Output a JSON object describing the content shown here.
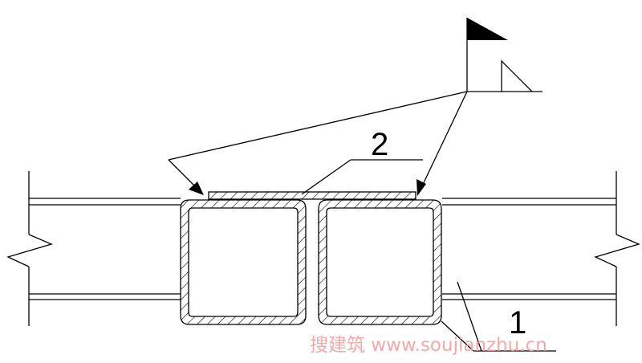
{
  "callouts": {
    "label_1": "1",
    "label_2": "2"
  },
  "watermark": {
    "text": "搜建筑 www.soujianzhu.cn",
    "color": "#f2a0a0"
  },
  "colors": {
    "line": "#000000",
    "background": "#ffffff"
  },
  "icons": {
    "weld_symbol": "field-weld-flag-with-fillet-triangle"
  }
}
